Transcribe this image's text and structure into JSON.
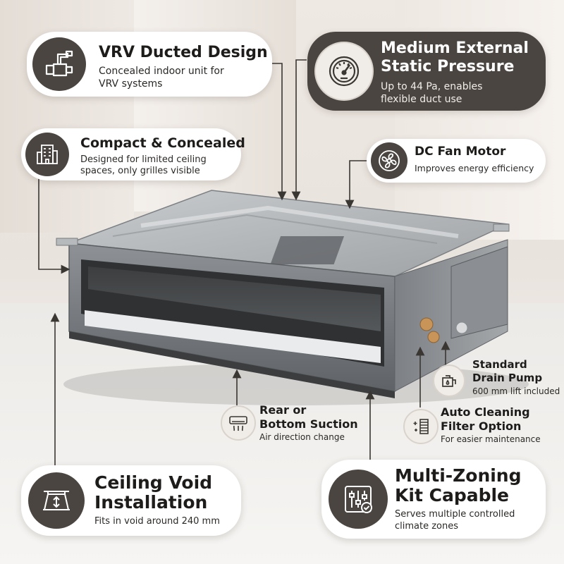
{
  "features": {
    "vrv_ducted": {
      "title": "VRV Ducted Design",
      "desc_line1": "Concealed indoor unit for",
      "desc_line2": "VRV systems",
      "icon": "pipe-fitting-icon"
    },
    "static_pressure": {
      "title_line1": "Medium External",
      "title_line2": "Static Pressure",
      "desc_line1": "Up to 44 Pa, enables",
      "desc_line2": "flexible duct use",
      "icon": "pressure-gauge-icon"
    },
    "compact": {
      "title": "Compact & Concealed",
      "desc_line1": "Designed for limited ceiling",
      "desc_line2": "spaces, only grilles visible",
      "icon": "building-icon"
    },
    "dc_fan": {
      "title": "DC Fan Motor",
      "desc": "Improves energy efficiency",
      "icon": "fan-icon"
    },
    "drain_pump": {
      "title_line1": "Standard",
      "title_line2": "Drain Pump",
      "desc": "600 mm lift included",
      "icon": "drain-pump-icon"
    },
    "rear_suction": {
      "title_line1": "Rear or",
      "title_line2": "Bottom Suction",
      "desc": "Air direction change",
      "icon": "air-vent-icon"
    },
    "auto_cleaning": {
      "title_line1": "Auto Cleaning",
      "title_line2": "Filter Option",
      "desc": "For easier maintenance",
      "icon": "filter-sparkle-icon"
    },
    "ceiling_void": {
      "title_line1": "Ceiling Void",
      "title_line2": "Installation",
      "desc": "Fits in void around 240 mm",
      "icon": "ceiling-void-icon"
    },
    "multi_zoning": {
      "title_line1": "Multi-Zoning",
      "title_line2": "Kit Capable",
      "desc_line1": "Serves multiple controlled",
      "desc_line2": "climate zones",
      "icon": "control-sliders-icon"
    }
  },
  "colors": {
    "dark_accent": "#4a4540",
    "card_light": "#ffffff",
    "text_dark": "#1e1c1a",
    "connector": "#3a3632"
  }
}
